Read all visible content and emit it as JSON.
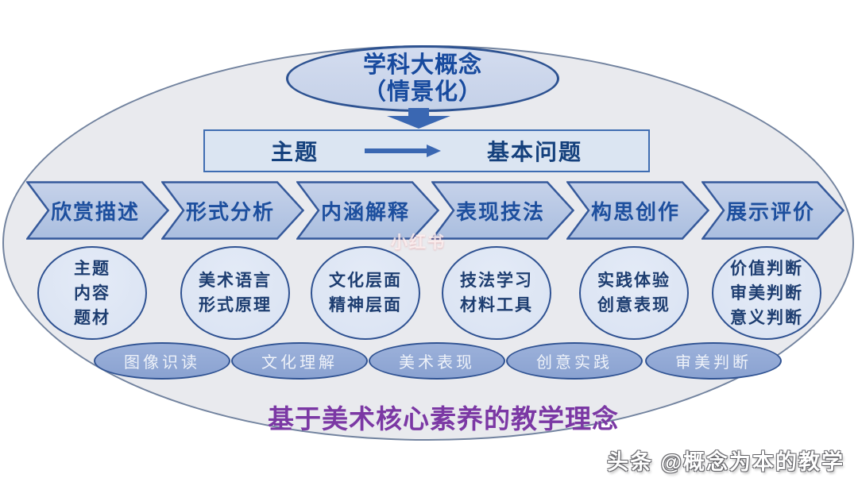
{
  "top_ellipse": {
    "line1": "学科大概念",
    "line2": "（情景化）"
  },
  "theme_box": {
    "theme": "主题",
    "question": "基本问题"
  },
  "stages": [
    "欣赏描述",
    "形式分析",
    "内涵解释",
    "表现技法",
    "构思创作",
    "展示评价"
  ],
  "circles": [
    {
      "lines": [
        "主题",
        "内容",
        "题材"
      ]
    },
    {
      "lines": [
        "美术语言",
        "形式原理"
      ]
    },
    {
      "lines": [
        "文化层面",
        "精神层面"
      ]
    },
    {
      "lines": [
        "技法学习",
        "材料工具"
      ]
    },
    {
      "lines": [
        "实践体验",
        "创意表现"
      ]
    },
    {
      "lines": [
        "价值判断",
        "审美判断",
        "意义判断"
      ]
    }
  ],
  "competencies": [
    "图像识读",
    "文化理解",
    "美术表现",
    "创意实践",
    "审美判断"
  ],
  "caption": "基于美术核心素养的教学理念",
  "watermarks": {
    "center": "小红书",
    "bottom_right": "头条 @概念为本的教学"
  },
  "colors": {
    "deep_blue_border": "#2d5291",
    "title_text_blue": "#174a9e",
    "chevron_fill_top": "#c6d2ea",
    "chevron_fill_bottom": "#aabedf",
    "chevron_text": "#1d4f9e",
    "circle_fill": "#dde5f3",
    "competency_fill": "#8fa6d3",
    "arrow_blue": "#3a67b2",
    "caption_purple": "#7b38a4",
    "background_ellipse": "#e9eaee"
  }
}
